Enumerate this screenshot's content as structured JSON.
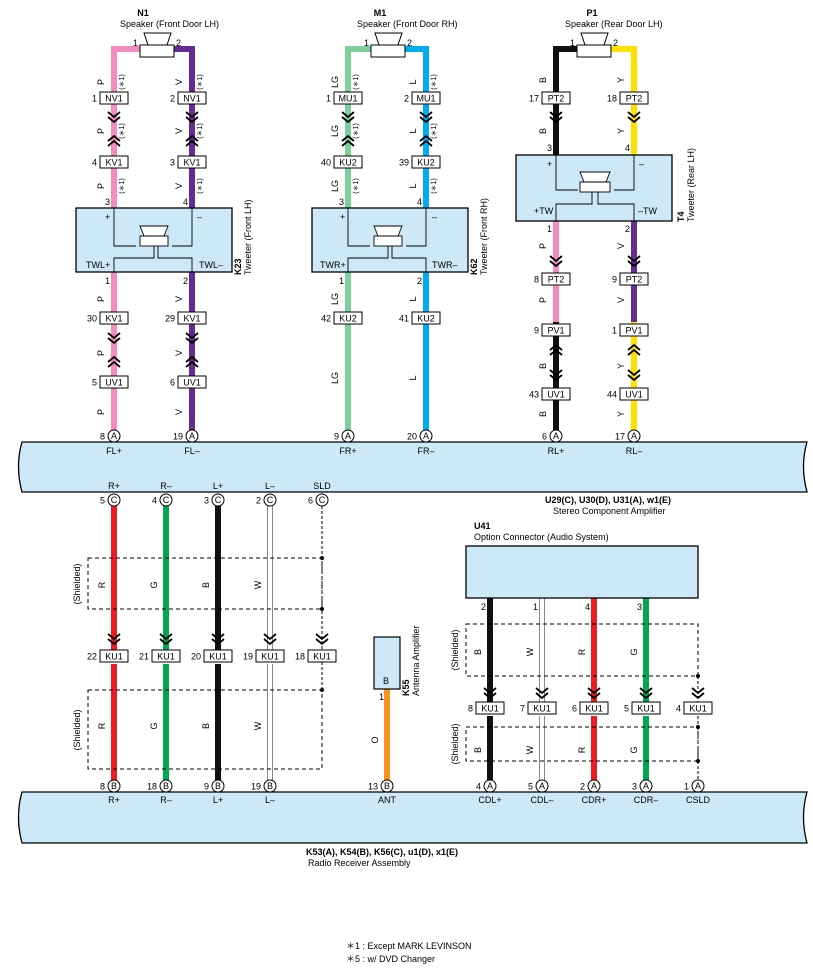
{
  "colors": {
    "pink": "#f28cc0",
    "purple": "#662d91",
    "lightgreen": "#7fcf9a",
    "blue": "#00aeef",
    "black": "#111111",
    "yellow": "#ffe100",
    "red": "#ed1c24",
    "green": "#00a651",
    "white": "#ffffff",
    "orange": "#f7941d",
    "box": "#cde9f7"
  },
  "star_note": "(＊1)",
  "components": {
    "n1": {
      "code": "N1",
      "name": "Speaker (Front Door LH)",
      "pin1": "1",
      "pin2": "2"
    },
    "m1": {
      "code": "M1",
      "name": "Speaker (Front Door RH)",
      "pin1": "1",
      "pin2": "2"
    },
    "p1": {
      "code": "P1",
      "name": "Speaker (Rear Door LH)",
      "pin1": "1",
      "pin2": "2"
    },
    "k23": {
      "code": "K23",
      "name": "Tweeter (Front LH)",
      "plus": "+",
      "minus": "–",
      "out_l": "TWL+",
      "out_r": "TWL–",
      "pin_tl": "3",
      "pin_tr": "4",
      "pin_bl": "1",
      "pin_br": "2"
    },
    "k62": {
      "code": "K62",
      "name": "Tweeter (Front RH)",
      "plus": "+",
      "minus": "–",
      "out_l": "TWR+",
      "out_r": "TWR–",
      "pin_tl": "3",
      "pin_tr": "4",
      "pin_bl": "1",
      "pin_br": "2"
    },
    "t4": {
      "code": "T4",
      "name": "Tweeter (Rear LH)",
      "plus": "+",
      "minus": "–",
      "out_l": "+TW",
      "out_r": "–TW",
      "pin_tl": "3",
      "pin_tr": "4",
      "pin_bl": "1",
      "pin_br": "2"
    },
    "amp": {
      "code": "U29(C), U30(D), U31(A), w1(E)",
      "name": "Stereo Component Amplifier"
    },
    "u41": {
      "code": "U41",
      "name": "Option Connector (Audio System)"
    },
    "k55": {
      "code": "K55",
      "name": "Antenna Amplifier",
      "pin_label": "B",
      "pin": "1"
    },
    "radio": {
      "code": "K53(A), K54(B), K56(C), u1(D), x1(E)",
      "name": "Radio Receiver Assembly"
    }
  },
  "left_col": {
    "nv1_l": "NV1",
    "nv1_r": "NV1",
    "nv1_lp": "1",
    "nv1_rp": "2",
    "kv1_l": "KV1",
    "kv1_r": "KV1",
    "kv1_lp": "4",
    "kv1_rp": "3",
    "kv1b_l": "KV1",
    "kv1b_r": "KV1",
    "kv1b_lp": "30",
    "kv1b_rp": "29",
    "uv1_l": "UV1",
    "uv1_r": "UV1",
    "uv1_lp": "5",
    "uv1_rp": "6",
    "wl": "P",
    "wr": "V"
  },
  "mid_col": {
    "mu1_l": "MU1",
    "mu1_r": "MU1",
    "mu1_lp": "1",
    "mu1_rp": "2",
    "ku2_l": "KU2",
    "ku2_r": "KU2",
    "ku2_lp": "40",
    "ku2_rp": "39",
    "ku2b_l": "KU2",
    "ku2b_r": "KU2",
    "ku2b_lp": "42",
    "ku2b_rp": "41",
    "wl": "LG",
    "wr": "L"
  },
  "right_col": {
    "pt2_l": "PT2",
    "pt2_r": "PT2",
    "pt2_lp": "17",
    "pt2_rp": "18",
    "pt2b_l": "PT2",
    "pt2b_r": "PT2",
    "pt2b_lp": "8",
    "pt2b_rp": "9",
    "pv1_l": "PV1",
    "pv1_r": "PV1",
    "pv1_lp": "9",
    "pv1_rp": "1",
    "uv1_l": "UV1",
    "uv1_r": "UV1",
    "uv1_lp": "43",
    "uv1_rp": "44",
    "wl": "B",
    "wr": "Y",
    "tl": "P",
    "tr": "V",
    "p3": "3",
    "p4": "4"
  },
  "amp_out": [
    {
      "pin": "8",
      "conn": "A",
      "label": "FL+"
    },
    {
      "pin": "19",
      "conn": "A",
      "label": "FL–"
    },
    {
      "pin": "9",
      "conn": "A",
      "label": "FR+"
    },
    {
      "pin": "20",
      "conn": "A",
      "label": "FR–"
    },
    {
      "pin": "6",
      "conn": "A",
      "label": "RL+"
    },
    {
      "pin": "17",
      "conn": "A",
      "label": "RL–"
    }
  ],
  "amp_in": [
    {
      "label": "R+",
      "pin": "5",
      "conn": "C",
      "wire": "R",
      "ku1": "KU1",
      "ku1p": "22",
      "rpin": "8",
      "rconn": "B",
      "rlabel": "R+"
    },
    {
      "label": "R–",
      "pin": "4",
      "conn": "C",
      "wire": "G",
      "ku1": "KU1",
      "ku1p": "21",
      "rpin": "18",
      "rconn": "B",
      "rlabel": "R–"
    },
    {
      "label": "L+",
      "pin": "3",
      "conn": "C",
      "wire": "B",
      "ku1": "KU1",
      "ku1p": "20",
      "rpin": "9",
      "rconn": "B",
      "rlabel": "L+"
    },
    {
      "label": "L–",
      "pin": "2",
      "conn": "C",
      "wire": "W",
      "ku1": "KU1",
      "ku1p": "19",
      "rpin": "19",
      "rconn": "B",
      "rlabel": "L–"
    },
    {
      "label": "SLD",
      "pin": "6",
      "conn": "C",
      "ku1": "KU1",
      "ku1p": "18"
    }
  ],
  "shielded": "(Shielded)",
  "antenna": {
    "wire": "O",
    "rpin": "13",
    "rconn": "B",
    "rlabel": "ANT"
  },
  "cd": [
    {
      "label": "CDL+",
      "pin": "2",
      "wire": "B",
      "ku1": "KU1",
      "ku1p": "8",
      "rpin": "4",
      "rconn": "A",
      "rlabel": "CDL+"
    },
    {
      "label": "CDL–",
      "pin": "1",
      "wire": "W",
      "ku1": "KU1",
      "ku1p": "7",
      "rpin": "5",
      "rconn": "A",
      "rlabel": "CDL–"
    },
    {
      "label": "CDR+",
      "pin": "4",
      "wire": "R",
      "ku1": "KU1",
      "ku1p": "6",
      "rpin": "2",
      "rconn": "A",
      "rlabel": "CDR+"
    },
    {
      "label": "CDR–",
      "pin": "3",
      "wire": "G",
      "ku1": "KU1",
      "ku1p": "5",
      "rpin": "3",
      "rconn": "A",
      "rlabel": "CDR–"
    },
    {
      "ku1": "KU1",
      "ku1p": "4",
      "rpin": "1",
      "rconn": "A",
      "rlabel": "CSLD"
    }
  ],
  "notes": [
    "＊1 : Except MARK LEVINSON",
    "＊5 : w/ DVD Changer"
  ]
}
